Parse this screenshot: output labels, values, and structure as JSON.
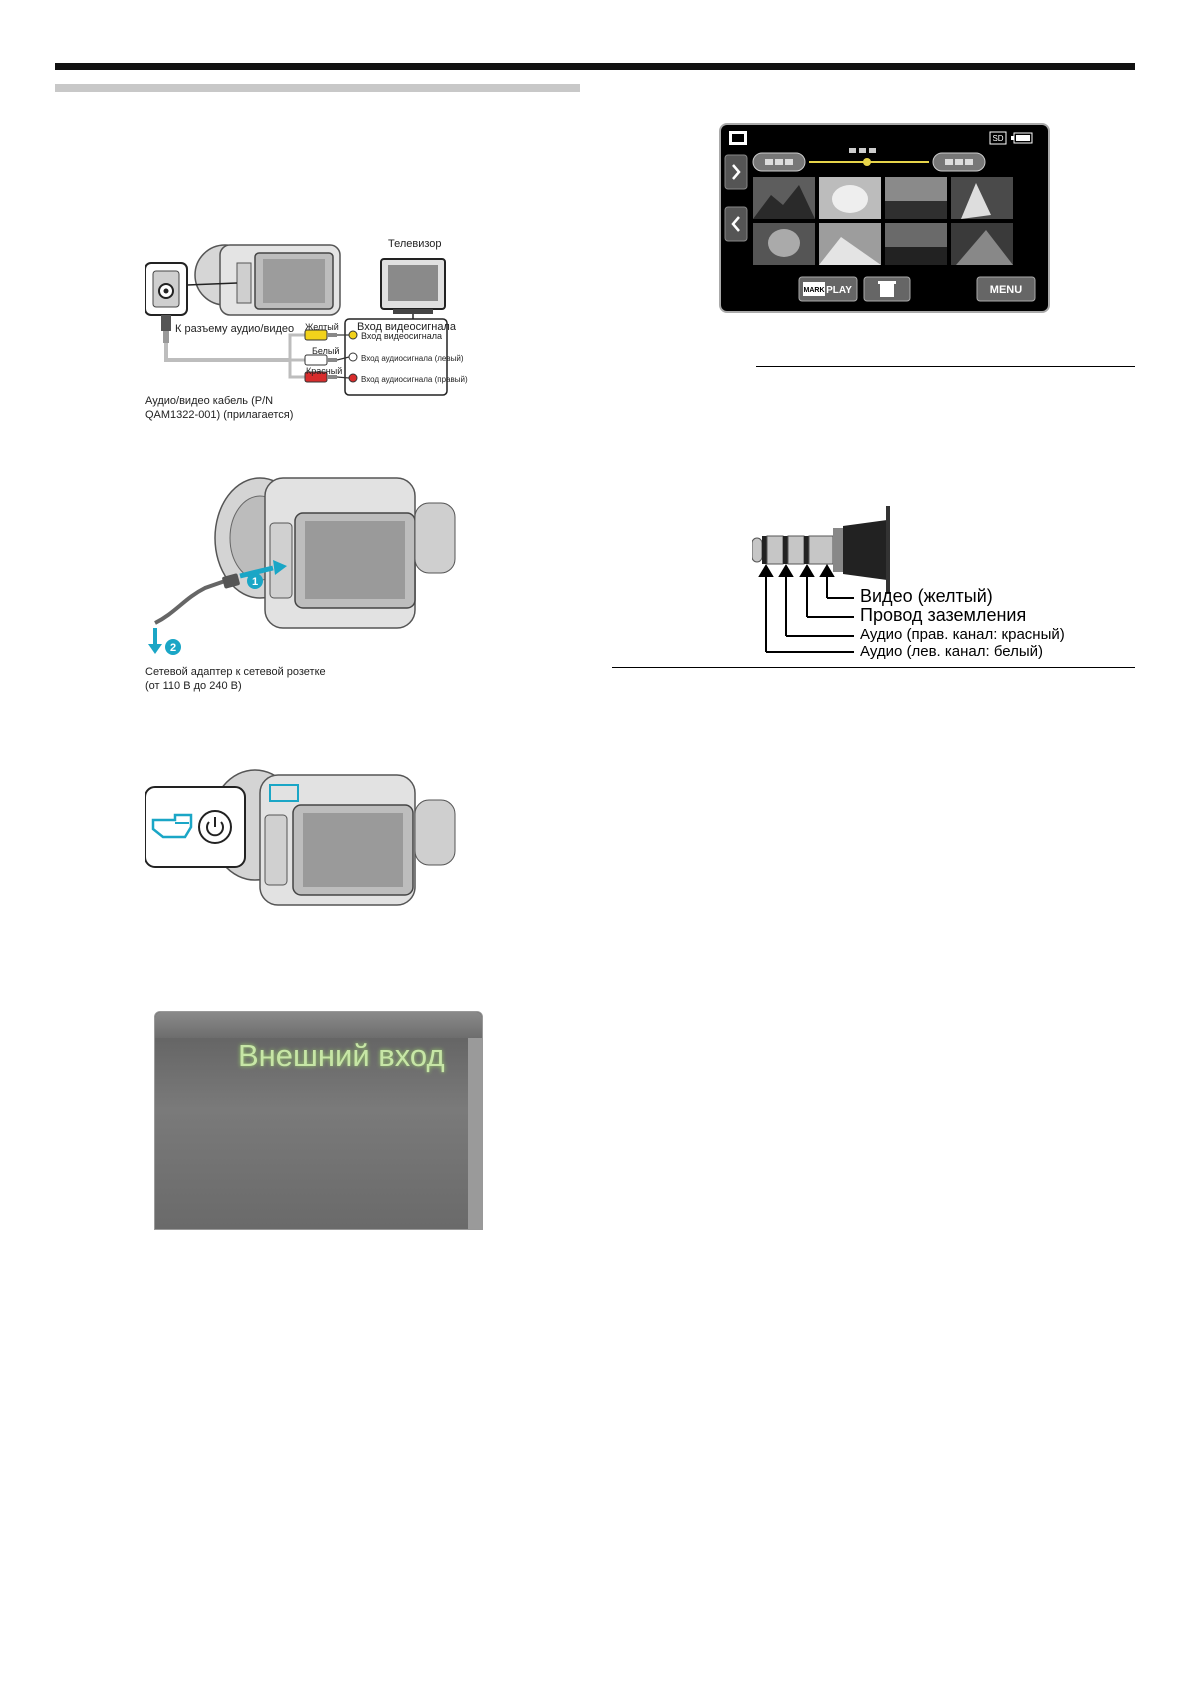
{
  "fig1": {
    "tv_label": "Телевизор",
    "av_jack_label": "К разъему аудио/видео",
    "video_in_header": "Вход видеосигнала",
    "yellow": "Желтый",
    "white": "Белый",
    "red": "Красный",
    "video_in": "Вход видеосигнала",
    "audio_in_left": "Вход аудиосигнала (левый)",
    "audio_in_right": "Вход аудиосигнала (правый)",
    "cable_line1": "Аудио/видео кабель (P/N",
    "cable_line2": "QAM1322-001) (прилагается)"
  },
  "fig2": {
    "step1": "1",
    "step2": "2",
    "adapter_line1": "Сетевой адаптер к сетевой розетке",
    "adapter_line2": "(от 110 В до 240 В)"
  },
  "fig4": {
    "external_input": "Внешний вход"
  },
  "playback_screen": {
    "sd_badge": "SD",
    "markplay_mark": "MARK",
    "markplay_play": "PLAY",
    "menu_button": "MENU"
  },
  "plug_diagram": {
    "video": "Видео (желтый)",
    "ground": "Провод заземления",
    "audio_right": "Аудио (прав. канал: красный)",
    "audio_left": "Аудио (лев. канал: белый)"
  },
  "colors": {
    "accent": "#1aa6c6",
    "yellow": "#f2d21b",
    "red": "#d82c2c"
  }
}
